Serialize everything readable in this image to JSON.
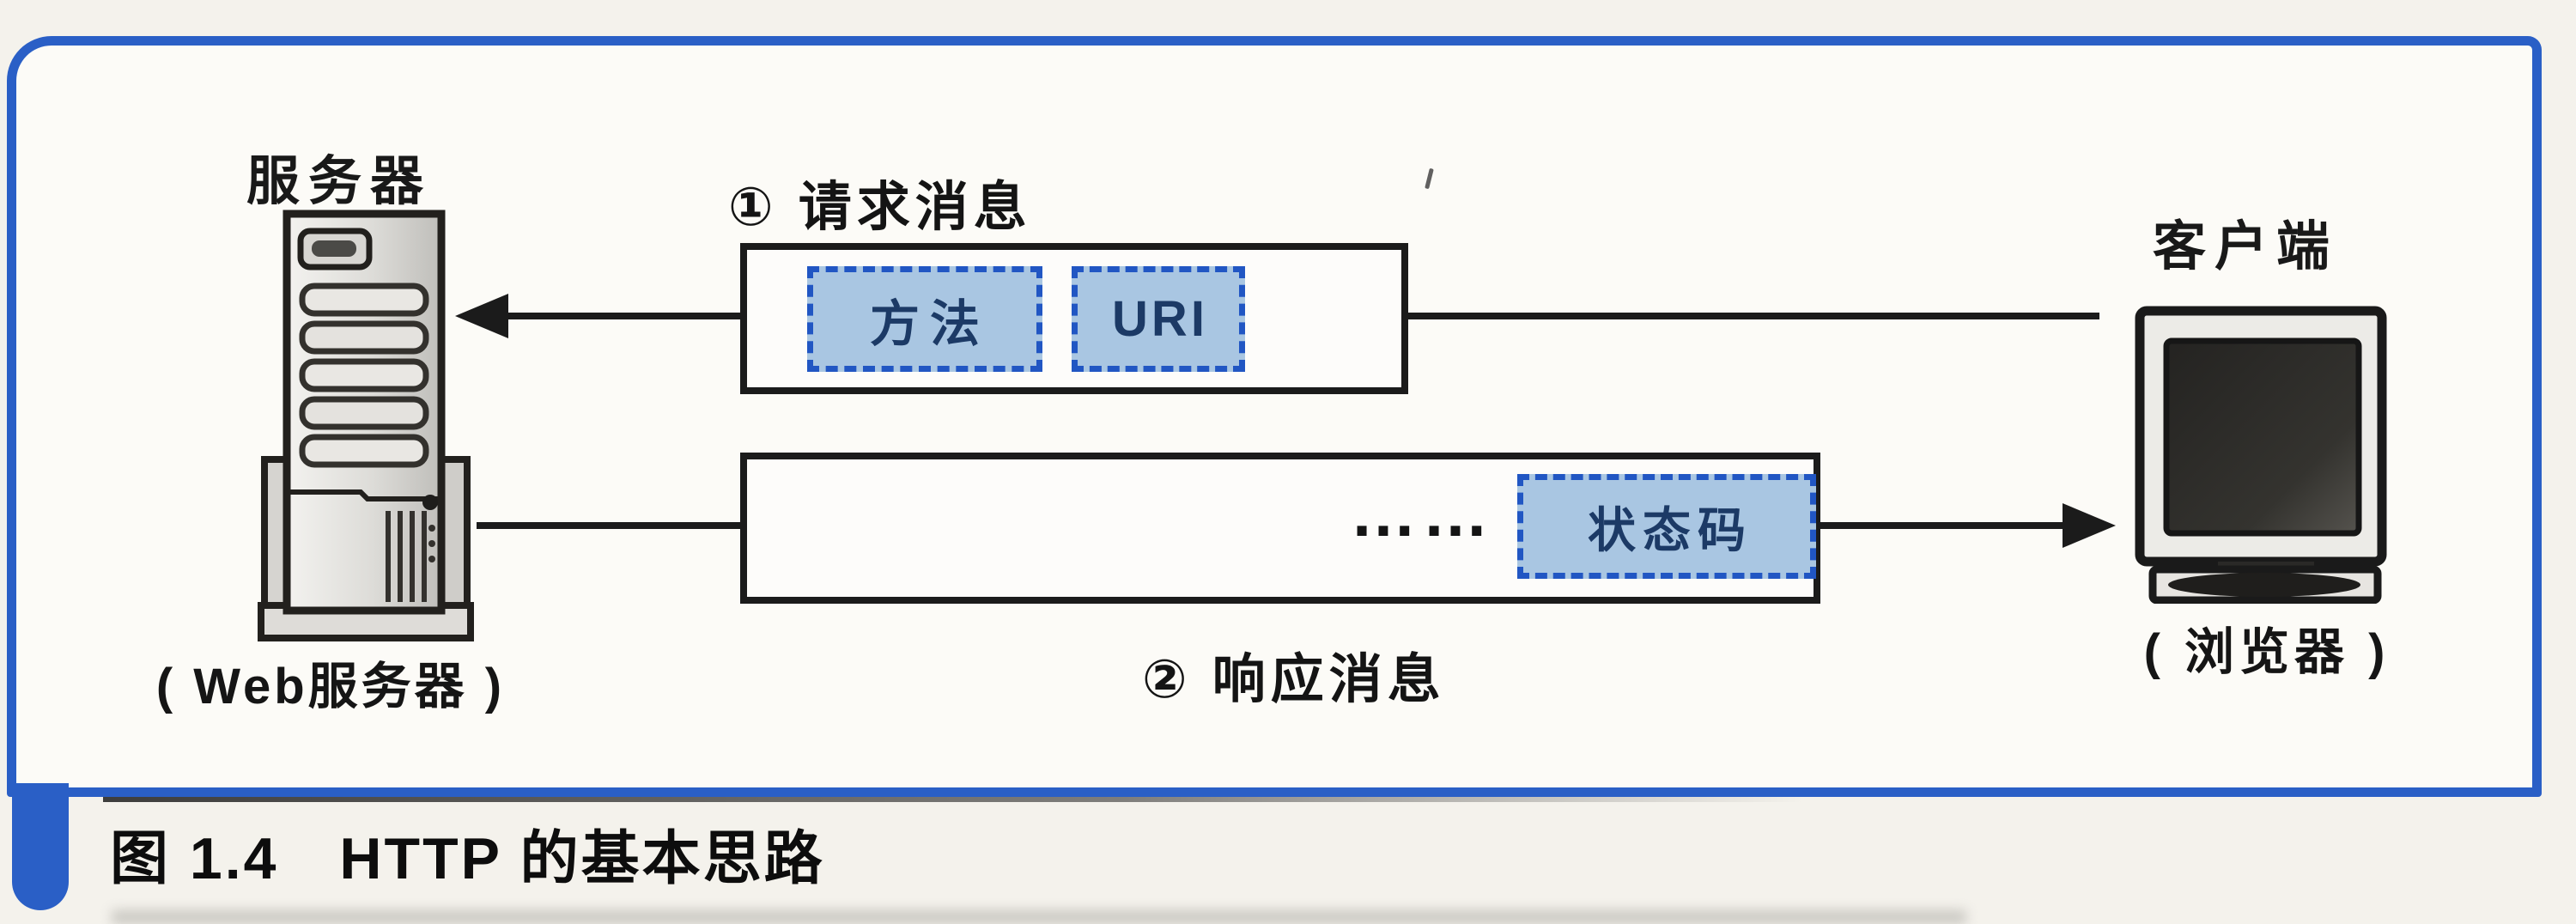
{
  "figure": {
    "caption": "图 1.4　HTTP 的基本思路"
  },
  "diagram": {
    "server": {
      "title": "服务器",
      "subtitle": "( Web服务器 )"
    },
    "client": {
      "title": "客户端",
      "subtitle": "( 浏览器 )"
    },
    "request": {
      "label": "① 请求消息",
      "fields": [
        {
          "label": "方法"
        },
        {
          "label": "URI"
        }
      ]
    },
    "response": {
      "label": "② 响应消息",
      "ellipsis": "……",
      "fields": [
        {
          "label": "状态码"
        }
      ]
    }
  },
  "colors": {
    "frame_blue": "#2a5fc6",
    "panel_fill": "#a9c6e2",
    "panel_border": "#2156c3",
    "panel_text": "#1c3a66",
    "line_black": "#1b1b1b"
  }
}
